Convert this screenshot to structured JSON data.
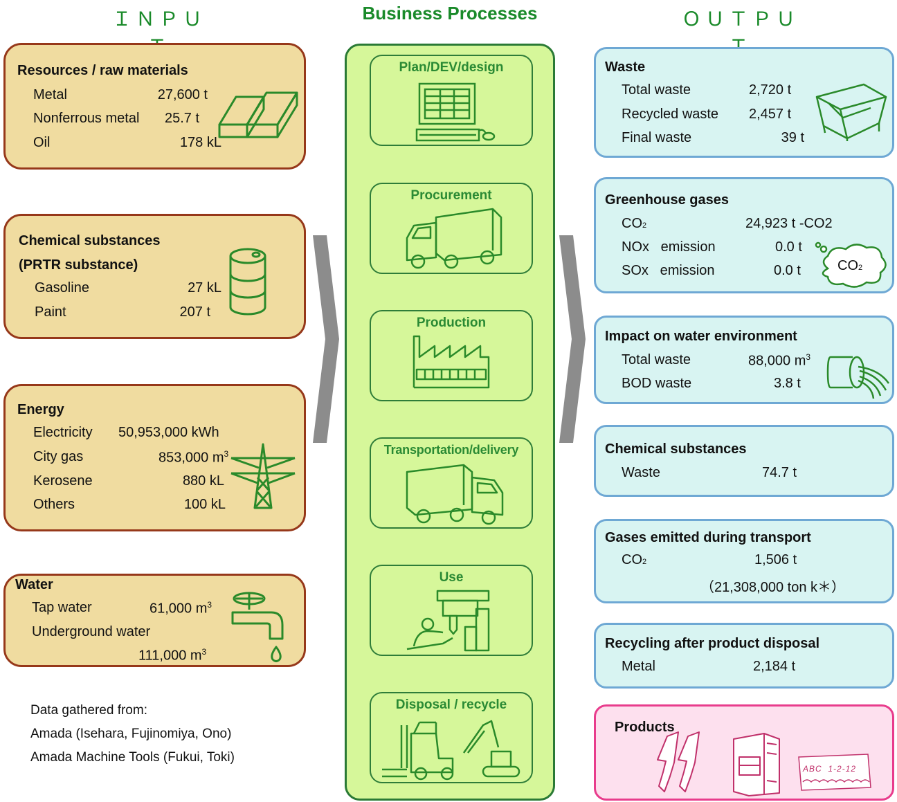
{
  "headers": {
    "input": "ＩＮＰＵＴ",
    "process": "Business Processes",
    "output": "ＯＵＴＰＵＴ"
  },
  "input": {
    "resources": {
      "title": "Resources / raw materials",
      "rows": [
        {
          "label": "Metal",
          "value": "27,600 t"
        },
        {
          "label": "Nonferrous metal",
          "value": "25.7 t"
        },
        {
          "label": "Oil",
          "value": "178 kL"
        }
      ]
    },
    "chemical": {
      "title_line1": "Chemical substances",
      "title_line2": "(PRTR substance)",
      "rows": [
        {
          "label": "Gasoline",
          "value": "27 kL"
        },
        {
          "label": "Paint",
          "value": "207 t"
        }
      ]
    },
    "energy": {
      "title": "Energy",
      "rows": [
        {
          "label": "Electricity",
          "value": "50,953,000 kWh"
        },
        {
          "label": "City gas",
          "value": "853,000 m",
          "sup": "3"
        },
        {
          "label": "Kerosene",
          "value": "880 kL"
        },
        {
          "label": "Others",
          "value": "100 kL"
        }
      ]
    },
    "water": {
      "title": "Water",
      "rows": [
        {
          "label": "Tap water",
          "value": "61,000 m",
          "sup": "3"
        },
        {
          "label": "Underground water",
          "value": ""
        },
        {
          "label": "",
          "value": "111,000 m",
          "sup": "3"
        }
      ]
    },
    "note": {
      "line1": "Data gathered from:",
      "line2": "Amada (Isehara, Fujinomiya, Ono)",
      "line3": "Amada Machine Tools (Fukui, Toki)"
    }
  },
  "processes": [
    {
      "label": "Plan/DEV/design",
      "icon": "computer-icon"
    },
    {
      "label": "Procurement",
      "icon": "truck-icon"
    },
    {
      "label": "Production",
      "icon": "factory-icon"
    },
    {
      "label": "Transportation/delivery",
      "icon": "delivery-truck-icon"
    },
    {
      "label": "Use",
      "icon": "machine-operator-icon"
    },
    {
      "label": "Disposal / recycle",
      "icon": "forklift-excavator-icon"
    }
  ],
  "output": {
    "waste": {
      "title": "Waste",
      "rows": [
        {
          "label": "Total waste",
          "value": "2,720 t"
        },
        {
          "label": "Recycled waste",
          "value": "2,457 t"
        },
        {
          "label": "Final waste",
          "value": "39 t"
        }
      ]
    },
    "ghg": {
      "title": "Greenhouse gases",
      "rows": [
        {
          "label": "CO",
          "sub": "2",
          "value": "24,923 t -CO2"
        },
        {
          "label": "NOx   emission",
          "value": "0.0 t"
        },
        {
          "label": "SOx   emission",
          "value": "0.0 t"
        }
      ],
      "cloud_label": "CO",
      "cloud_sub": "2"
    },
    "water_impact": {
      "title": "Impact on water environment",
      "rows": [
        {
          "label": "Total waste",
          "value": "88,000 m",
          "sup": "3"
        },
        {
          "label": "BOD waste",
          "value": "3.8 t"
        }
      ]
    },
    "chemical": {
      "title": "Chemical substances",
      "rows": [
        {
          "label": "Waste",
          "value": "74.7 t"
        }
      ]
    },
    "transport": {
      "title": "Gases emitted during transport",
      "rows": [
        {
          "label": "CO",
          "sub": "2",
          "value": "1,506 t"
        },
        {
          "label": "",
          "value": "（21,308,000 ton k＊）"
        }
      ]
    },
    "recycling": {
      "title": "Recycling after product disposal",
      "rows": [
        {
          "label": "Metal",
          "value": "2,184 t"
        }
      ]
    },
    "products": {
      "title": "Products",
      "tag_text": "ABC  1-2-12"
    }
  },
  "colors": {
    "heading_green": "#1a8a2a",
    "input_fill": "#f0dca0",
    "input_border": "#96381a",
    "output_fill": "#d8f4f2",
    "output_border": "#6ea8d4",
    "products_fill": "#fde0ee",
    "products_border": "#e83c8c",
    "process_fill": "#d6f79a",
    "process_border": "#2a7a35",
    "icon_green": "#2a8a2a",
    "arrow_gray": "#8c8c8c"
  }
}
